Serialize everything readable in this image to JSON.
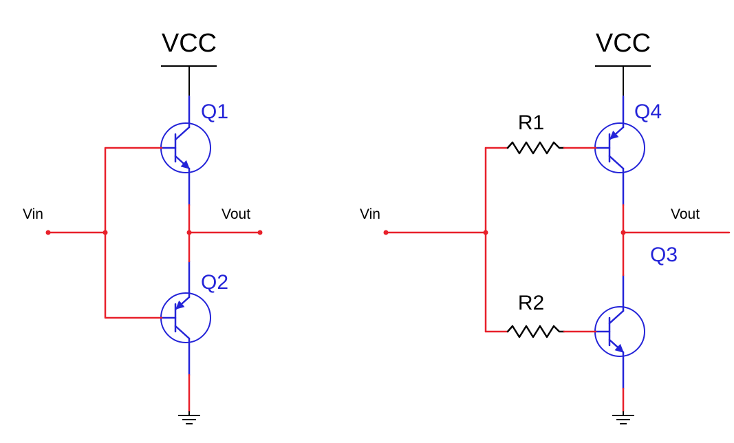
{
  "colors": {
    "wire_net": "#e8202a",
    "component": "#2424d8",
    "rail": "#000000",
    "text": "#000000"
  },
  "left_circuit": {
    "vcc_label": "VCC",
    "upper_transistor": "Q1",
    "lower_transistor": "Q2",
    "input_label": "Vin",
    "output_label": "Vout"
  },
  "right_circuit": {
    "vcc_label": "VCC",
    "upper_resistor": "R1",
    "lower_resistor": "R2",
    "upper_transistor": "Q4",
    "lower_transistor": "Q3",
    "input_label": "Vin",
    "output_label": "Vout"
  }
}
